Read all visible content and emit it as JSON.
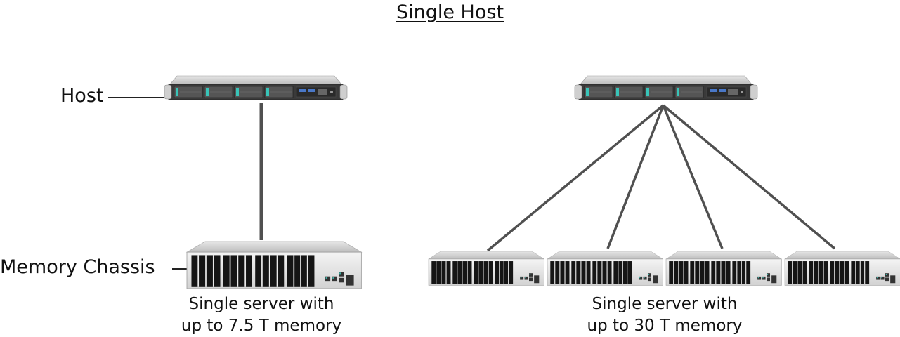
{
  "title": "Single Host",
  "labels": {
    "host": "Host",
    "memory_chassis": "Memory Chassis"
  },
  "left": {
    "caption_line1": "Single server with",
    "caption_line2": "up to 7.5 T memory",
    "chassis_count": 1
  },
  "right": {
    "caption_line1": "Single server with",
    "caption_line2": "up to 30 T memory",
    "chassis_count": 4
  }
}
